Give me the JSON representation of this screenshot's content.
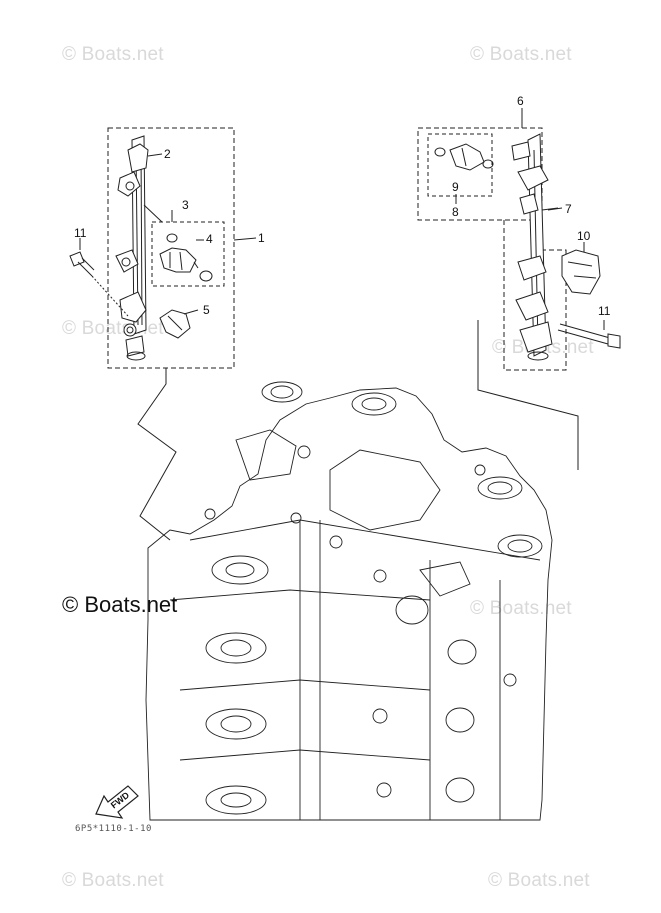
{
  "watermark": {
    "text": "© Boats.net",
    "main_text": "© Boats.net",
    "color": "#d9d9d9"
  },
  "callouts": {
    "c1": "1",
    "c2": "2",
    "c3": "3",
    "c4": "4",
    "c5": "5",
    "c6": "6",
    "c7": "7",
    "c8": "8",
    "c9": "9",
    "c10": "10",
    "c11_left": "11",
    "c11_right": "11"
  },
  "fwd_label": "FWD",
  "part_code": "6P5*1110-1-10"
}
